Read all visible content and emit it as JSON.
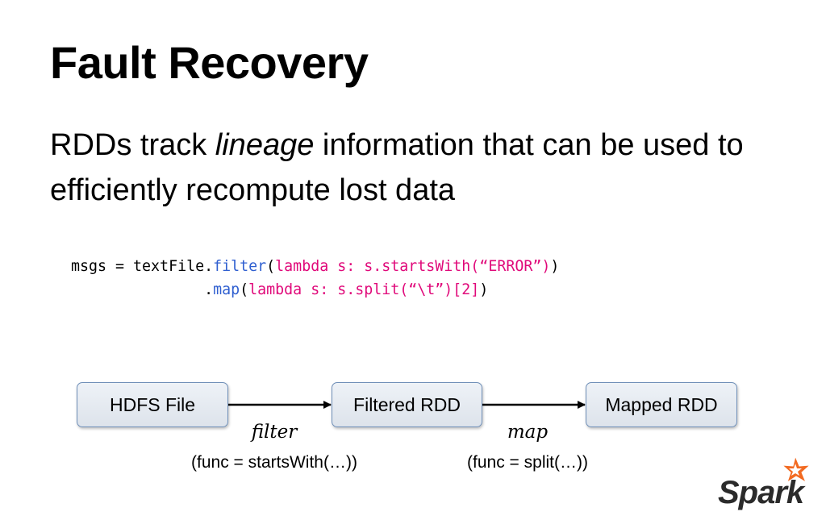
{
  "slide": {
    "title": "Fault Recovery",
    "body": {
      "part1": "RDDs track ",
      "emphasis": "lineage",
      "part2": " information that can be used to efficiently recompute lost data"
    },
    "code": {
      "line1": {
        "a": "msgs = textFile.",
        "b": "filter",
        "c": "(",
        "d": "lambda s: s.startsWith(“ERROR”)",
        "e": ")"
      },
      "line2": {
        "indent": "               .",
        "b": "map",
        "c": "(",
        "d": "lambda s: s.split(“\\t”)[2]",
        "e": ")"
      }
    },
    "diagram": {
      "nodes": [
        "HDFS File",
        "Filtered RDD",
        "Mapped RDD"
      ],
      "edges": [
        {
          "label": "filter",
          "func": "(func = startsWith(…))"
        },
        {
          "label": "map",
          "func": "(func = split(…))"
        }
      ]
    },
    "logo": {
      "name": "spark-logo",
      "text": "Spark",
      "star_color": "#f26a21"
    },
    "colors": {
      "code_method": "#2f5fd0",
      "code_lambda": "#e0097a",
      "box_border": "#6f8fb8"
    }
  }
}
